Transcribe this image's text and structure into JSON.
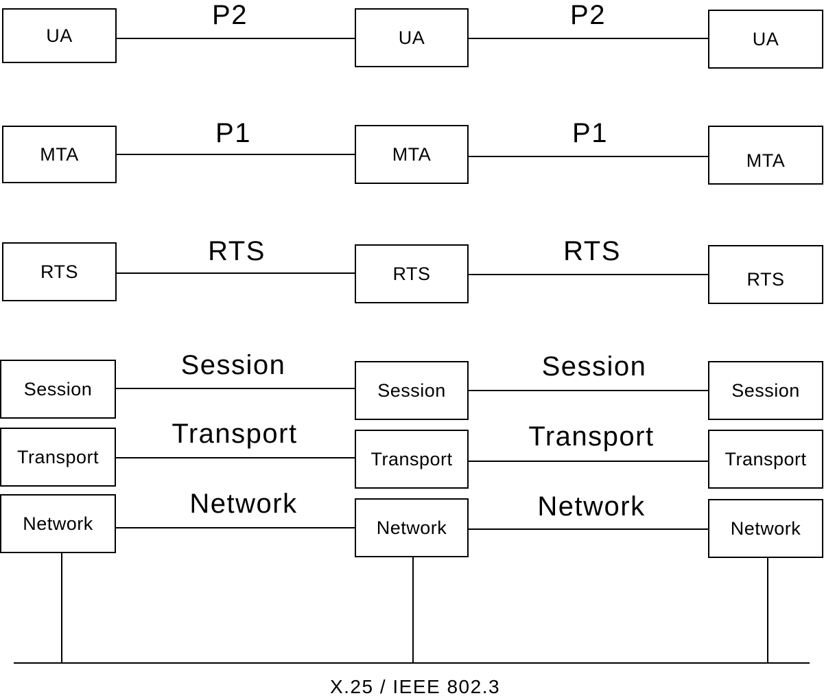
{
  "nodes": [
    {
      "id": "left",
      "layers": [
        "UA",
        "MTA",
        "RTS",
        "Session",
        "Transport",
        "Network"
      ]
    },
    {
      "id": "middle",
      "layers": [
        "UA",
        "MTA",
        "RTS",
        "Session",
        "Transport",
        "Network"
      ]
    },
    {
      "id": "right",
      "layers": [
        "UA",
        "MTA",
        "RTS",
        "Session",
        "Transport",
        "Network"
      ]
    }
  ],
  "protocols": [
    {
      "layer": "UA",
      "label": "P2"
    },
    {
      "layer": "MTA",
      "label": "P1"
    },
    {
      "layer": "RTS",
      "label": "RTS"
    },
    {
      "layer": "Session",
      "label": "Session"
    },
    {
      "layer": "Transport",
      "label": "Transport"
    },
    {
      "layer": "Network",
      "label": "Network"
    }
  ],
  "network_caption": "X.25 / IEEE 802.3"
}
